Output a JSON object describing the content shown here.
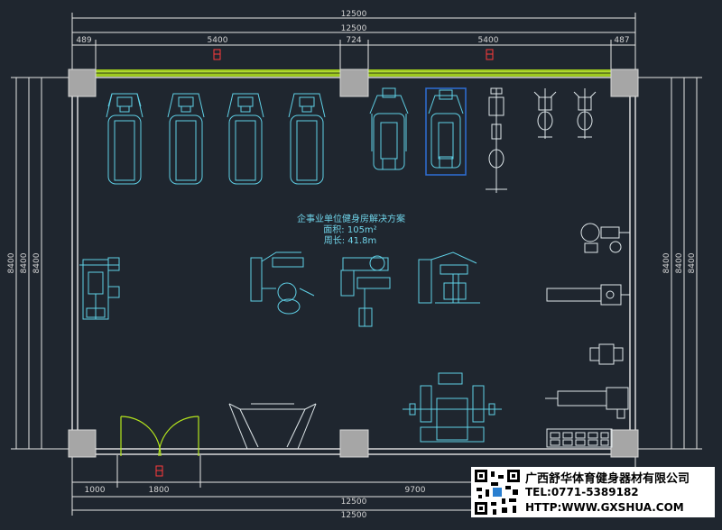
{
  "plan": {
    "title": "企事业单位健身房解决方案",
    "area": "面积: 105m²",
    "perimeter": "周长: 41.8m"
  },
  "dimensions": {
    "top_total_1": "12500",
    "top_total_2": "12500",
    "top_seg_1": "489",
    "top_seg_2": "5400",
    "top_seg_3": "724",
    "top_seg_4": "5400",
    "top_seg_5": "487",
    "bottom_seg_1": "1000",
    "bottom_seg_2": "1800",
    "bottom_seg_3": "9700",
    "bottom_total_1": "12500",
    "bottom_total_2": "12500",
    "left_1": "8400",
    "left_2": "8400",
    "left_3": "8400",
    "right_1": "8400",
    "right_2": "8400",
    "right_3": "8400"
  },
  "company": {
    "name": "广西舒华体育健身器材有限公司",
    "tel": "TEL:0771-5389182",
    "web": "HTTP:WWW.GXSHUA.COM"
  },
  "colors": {
    "background": "#1f262f",
    "equipment": "#5fd0e6",
    "window_strip": "#b5e61d",
    "door": "#b5e61d",
    "marker": "#ff3b3b",
    "selection": "#2f6fd6"
  }
}
